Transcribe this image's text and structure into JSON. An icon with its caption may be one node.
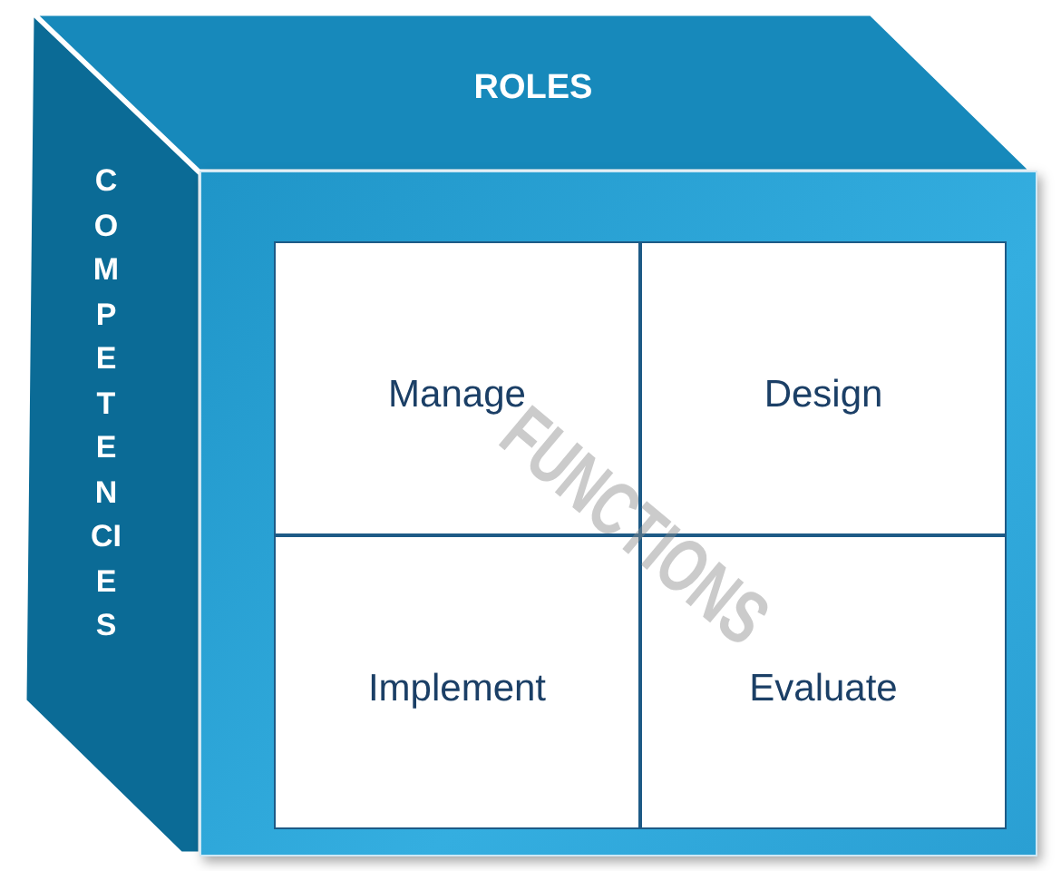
{
  "diagram": {
    "nodes": [
      {
        "text": [
          "ROLES"
        ]
      },
      {
        "text": [
          "COMPETENCIES"
        ]
      },
      {
        "text": [],
        "shape": "box"
      },
      {
        "text": [
          "Manage"
        ],
        "in": 2
      },
      {
        "text": [
          "Design"
        ],
        "in": 2
      },
      {
        "text": [
          "Implement"
        ],
        "in": 2
      },
      {
        "text": [
          "Evaluate"
        ],
        "in": 2
      }
    ],
    "edges": [],
    "labels": [
      "FUNCTIONS"
    ]
  }
}
